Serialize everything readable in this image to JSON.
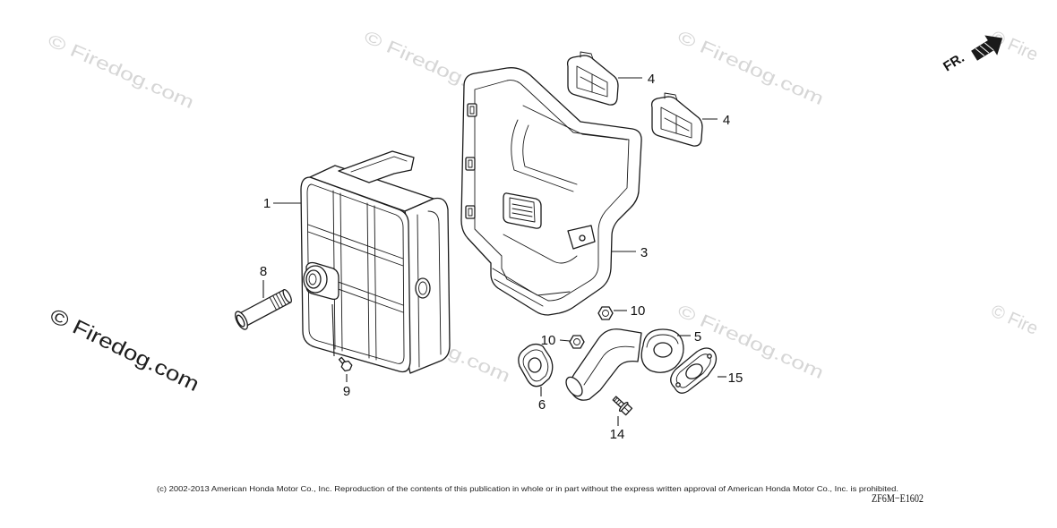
{
  "colors": {
    "background": "#ffffff",
    "line": "#1a1a1a",
    "watermark_light": "#d6d6d6",
    "watermark_dark": "#1e1e1e"
  },
  "icons": {
    "direction_arrow": "front-direction-arrow-icon"
  },
  "direction_marker": "FR.",
  "callouts": {
    "part_1": "1",
    "part_3": "3",
    "part_4_upper": "4",
    "part_4_lower": "4",
    "part_5": "5",
    "part_6": "6",
    "part_8": "8",
    "part_9": "9",
    "part_10_upper": "10",
    "part_10_lower": "10",
    "part_14": "14",
    "part_15": "15"
  },
  "watermarks": {
    "full": "© Firedog.com",
    "clipped": "© Fire"
  },
  "footer": {
    "copyright": "(c) 2002-2013 American Honda Motor Co., Inc. Reproduction of the contents of this publication in whole or in part without the express written approval of American Honda Motor Co., Inc. is prohibited.",
    "diagram_code": "ZF6M−E1602"
  }
}
